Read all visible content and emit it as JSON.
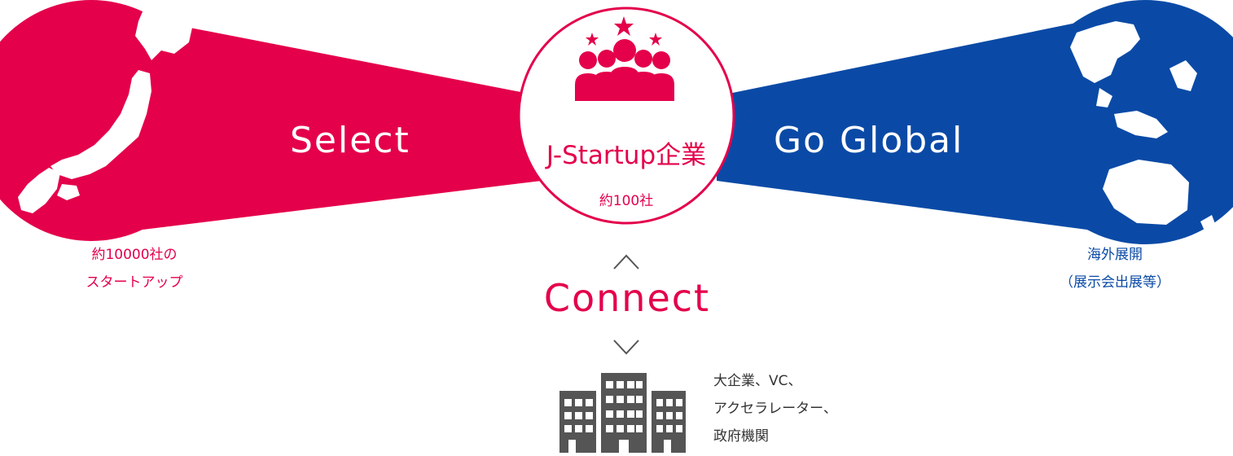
{
  "colors": {
    "red": "#e4004b",
    "blue": "#0a4aa6",
    "gray": "#555555",
    "text": "#333333"
  },
  "select": {
    "label": "Select"
  },
  "go_global": {
    "label": "Go Global"
  },
  "center": {
    "title": "J-Startup企業",
    "count": "約100社"
  },
  "japan": {
    "line1": "約10000社の",
    "line2": "スタートアップ"
  },
  "overseas": {
    "line1": "海外展開",
    "line2": "（展示会出展等）"
  },
  "connect": {
    "label": "Connect"
  },
  "partners": {
    "line1": "大企業、VC、",
    "line2": "アクセラレーター、",
    "line3": "政府機関"
  },
  "icons": [
    "japan-map-icon",
    "startup-people-icon",
    "globe-icon",
    "buildings-icon",
    "chevron-up-icon",
    "chevron-down-icon"
  ]
}
